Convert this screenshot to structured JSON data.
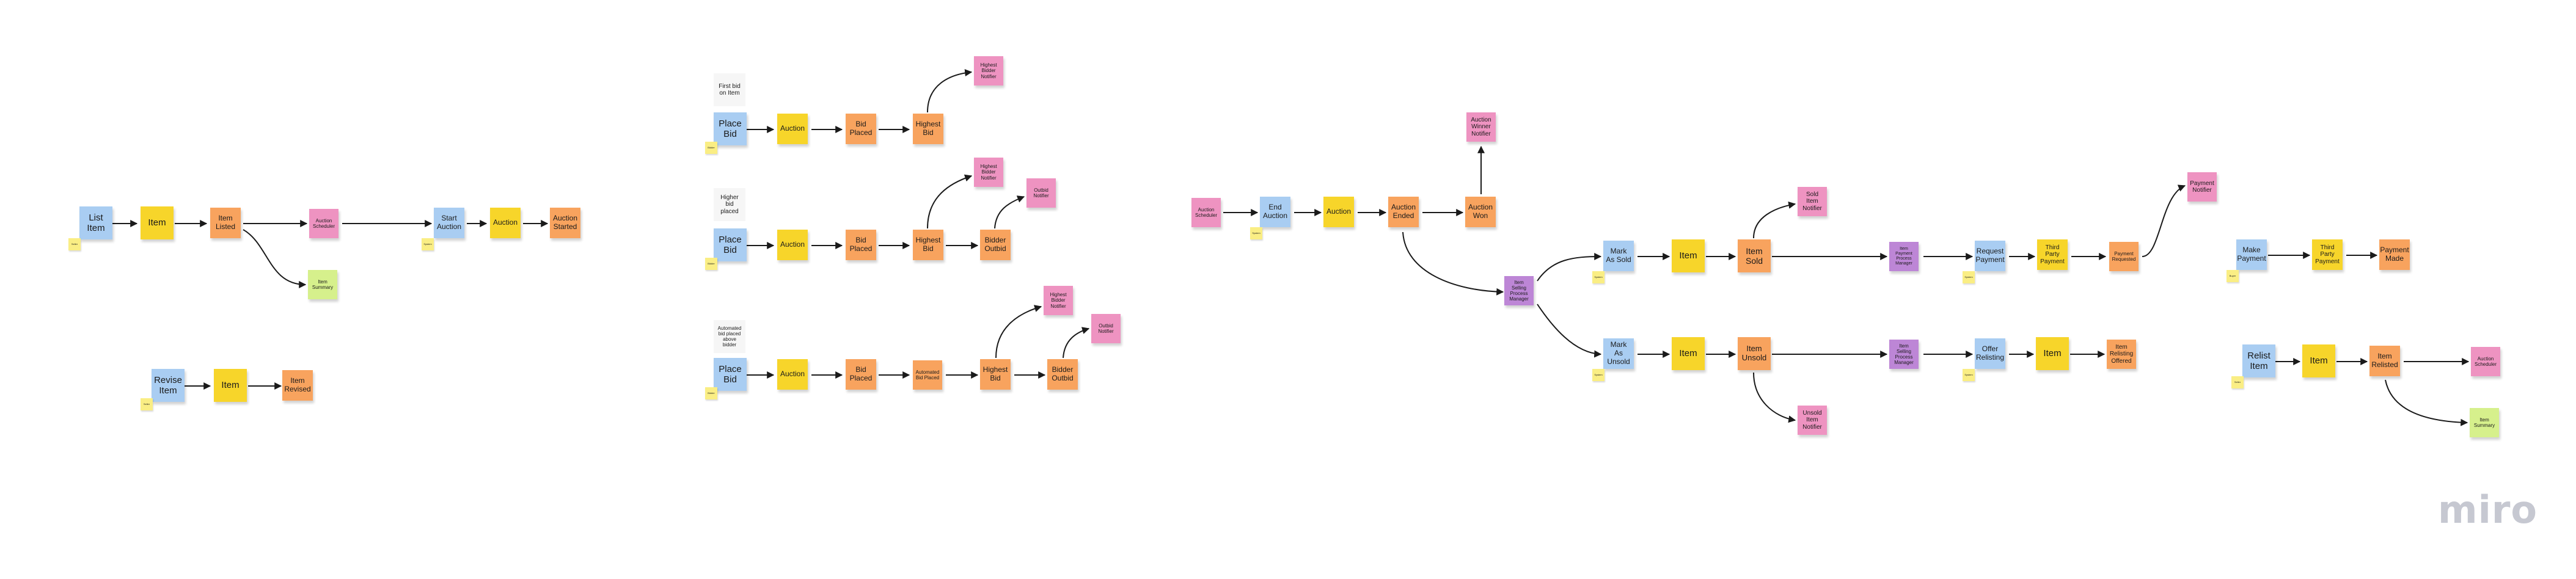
{
  "board": {
    "brand_label": "miro",
    "colors": {
      "command": "#a9cdf2",
      "aggregate": "#f7d52a",
      "event": "#f8a35e",
      "policy": "#ee93c1",
      "read_model": "#d6f08c",
      "process": "#bd86d6",
      "actor": "#faee84",
      "connector": "#1a1a1a"
    }
  },
  "notes": {
    "list_item": "List\nItem",
    "seller_1": "Seller",
    "item_1": "Item",
    "item_listed": "Item\nListed",
    "auction_scheduler": "Auction\nScheduler",
    "item_summary": "Item\nSummary",
    "start_auction": "Start\nAuction",
    "system_1": "System",
    "auction_1": "Auction",
    "auction_started": "Auction\nStarted",
    "revise_item": "Revise\nItem",
    "seller_2": "Seller",
    "item_2": "Item",
    "item_revised": "Item\nRevised",
    "first_bid_label": "First bid\non Item",
    "place_bid_1": "Place\nBid",
    "bidder_1": "Bidder",
    "auction_2": "Auction",
    "bid_placed_1": "Bid\nPlaced",
    "highest_bid_1": "Highest\nBid",
    "highest_bidder_notifier_1": "Highest\nBidder\nNotifier",
    "higher_bid_label": "Higher\nbid\nplaced",
    "place_bid_2": "Place\nBid",
    "bidder_2": "Bidder",
    "auction_3": "Auction",
    "bid_placed_2": "Bid\nPlaced",
    "highest_bid_2": "Highest\nBid",
    "highest_bidder_notifier_2": "Highest\nBidder\nNotifier",
    "bidder_outbid_1": "Bidder\nOutbid",
    "outbid_notifier_1": "Outbid\nNotifier",
    "automated_bid_label": "Automated\nbid placed\nabove\nbidder",
    "place_bid_3": "Place\nBid",
    "bidder_3": "Bidder",
    "auction_4": "Auction",
    "bid_placed_3": "Bid\nPlaced",
    "automated_bid_placed": "Automated\nBid Placed",
    "highest_bid_3": "Highest\nBid",
    "highest_bidder_notifier_3": "Highest\nBidder\nNotifier",
    "bidder_outbid_2": "Bidder\nOutbid",
    "outbid_notifier_2": "Outbid\nNotifier",
    "auction_scheduler_2": "Auction\nScheduler",
    "end_auction": "End\nAuction",
    "system_2": "System",
    "auction_5": "Auction",
    "auction_ended": "Auction\nEnded",
    "auction_won": "Auction\nWon",
    "auction_winner_notifier": "Auction\nWinner\nNotifier",
    "item_selling_process_manager_1": "Item Selling\nProcess\nManager",
    "mark_as_sold": "Mark\nAs Sold",
    "system_3": "System",
    "item_3": "Item",
    "item_sold": "Item\nSold",
    "sold_item_notifier": "Sold\nItem\nNotifier",
    "item_payment_process_manager": "Item\nPayment\nProcess\nManager",
    "request_payment": "Request\nPayment",
    "system_4": "System",
    "third_party_payment_1": "Third\nParty\nPayment",
    "payment_requested": "Payment\nRequested",
    "payment_notifier": "Payment\nNotifier",
    "mark_as_unsold": "Mark As\nUnsold",
    "system_5": "System",
    "item_4": "Item",
    "item_unsold": "Item\nUnsold",
    "unsold_item_notifier": "Unsold\nItem\nNotifier",
    "item_selling_process_manager_2": "Item Selling\nProcess\nManager",
    "offer_relisting": "Offer\nRelisting",
    "system_6": "System",
    "item_5": "Item",
    "item_relisting_offered": "Item\nRelisting\nOffered",
    "make_payment": "Make\nPayment",
    "buyer_1": "Buyer",
    "third_party_payment_2": "Third\nParty\nPayment",
    "payment_made": "Payment\nMade",
    "relist_item": "Relist\nItem",
    "seller_3": "Seller",
    "item_6": "Item",
    "item_relisted": "Item\nRelisted",
    "auction_scheduler_3": "Auction\nScheduler",
    "item_summary_2": "Item\nSummary"
  }
}
